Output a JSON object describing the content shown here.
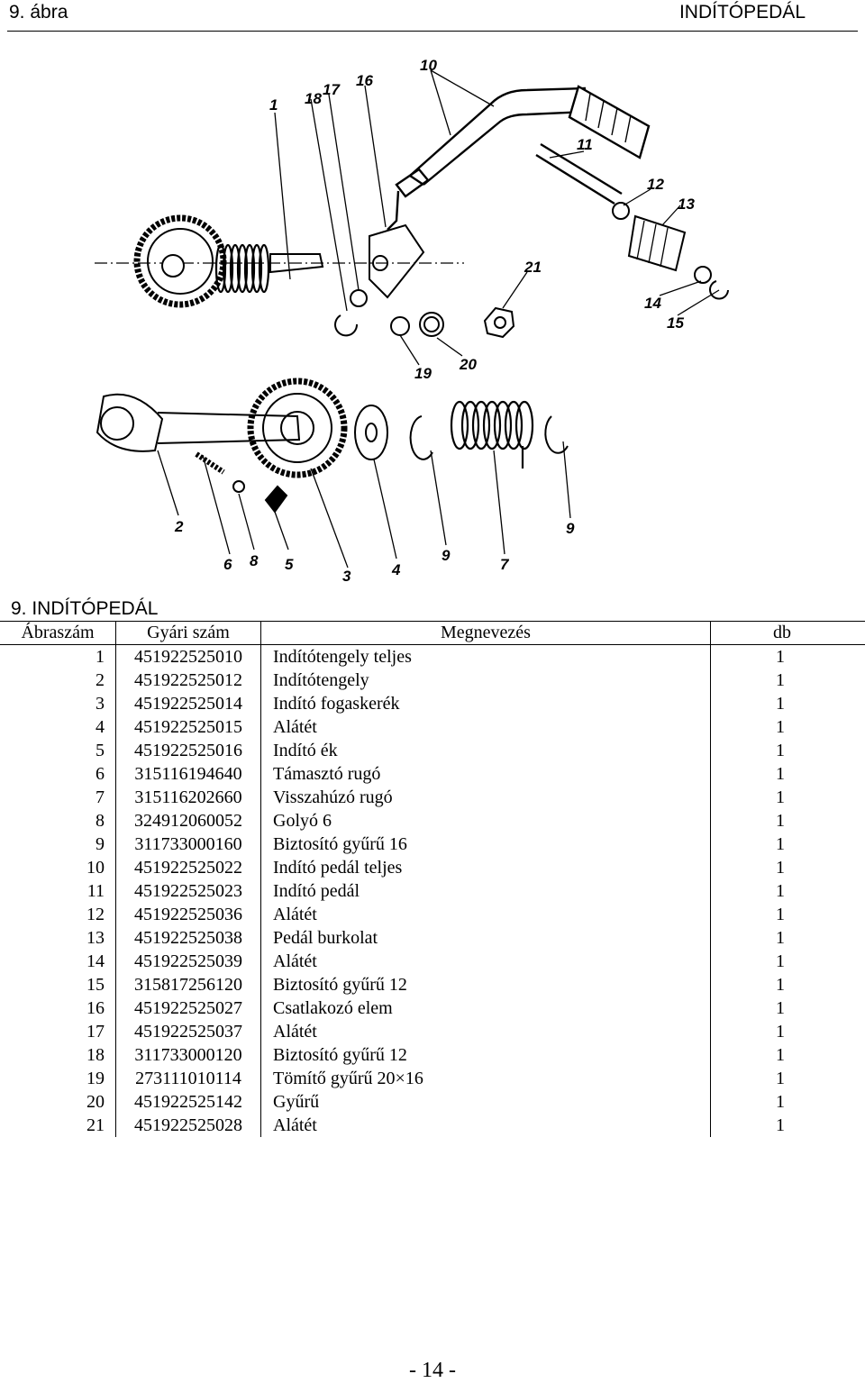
{
  "header": {
    "left": "9. ábra",
    "right": "INDÍTÓPEDÁL"
  },
  "diagram": {
    "callouts": [
      "1",
      "2",
      "3",
      "4",
      "5",
      "6",
      "7",
      "8",
      "9",
      "9",
      "10",
      "11",
      "12",
      "13",
      "14",
      "15",
      "16",
      "17",
      "18",
      "19",
      "20",
      "21"
    ]
  },
  "section_title": "9. INDÍTÓPEDÁL",
  "table": {
    "headers": [
      "Ábraszám",
      "Gyári szám",
      "Megnevezés",
      "db"
    ],
    "rows": [
      [
        "1",
        "451922525010",
        "Indítótengely teljes",
        "1"
      ],
      [
        "2",
        "451922525012",
        "Indítótengely",
        "1"
      ],
      [
        "3",
        "451922525014",
        "Indító fogaskerék",
        "1"
      ],
      [
        "4",
        "451922525015",
        "Alátét",
        "1"
      ],
      [
        "5",
        "451922525016",
        "Indító ék",
        "1"
      ],
      [
        "6",
        "315116194640",
        "Támasztó rugó",
        "1"
      ],
      [
        "7",
        "315116202660",
        "Visszahúzó rugó",
        "1"
      ],
      [
        "8",
        "324912060052",
        "Golyó 6",
        "1"
      ],
      [
        "9",
        "311733000160",
        "Biztosító gyűrű 16",
        "1"
      ],
      [
        "10",
        "451922525022",
        "Indító pedál teljes",
        "1"
      ],
      [
        "11",
        "451922525023",
        "Indító pedál",
        "1"
      ],
      [
        "12",
        "451922525036",
        "Alátét",
        "1"
      ],
      [
        "13",
        "451922525038",
        "Pedál burkolat",
        "1"
      ],
      [
        "14",
        "451922525039",
        "Alátét",
        "1"
      ],
      [
        "15",
        "315817256120",
        "Biztosító gyűrű 12",
        "1"
      ],
      [
        "16",
        "451922525027",
        "Csatlakozó elem",
        "1"
      ],
      [
        "17",
        "451922525037",
        "Alátét",
        "1"
      ],
      [
        "18",
        "311733000120",
        "Biztosító gyűrű 12",
        "1"
      ],
      [
        "19",
        "273111010114",
        "Tömítő gyűrű 20×16",
        "1"
      ],
      [
        "20",
        "451922525142",
        "Gyűrű",
        "1"
      ],
      [
        "21",
        "451922525028",
        "Alátét",
        "1"
      ]
    ]
  },
  "page_number": "- 14 -"
}
